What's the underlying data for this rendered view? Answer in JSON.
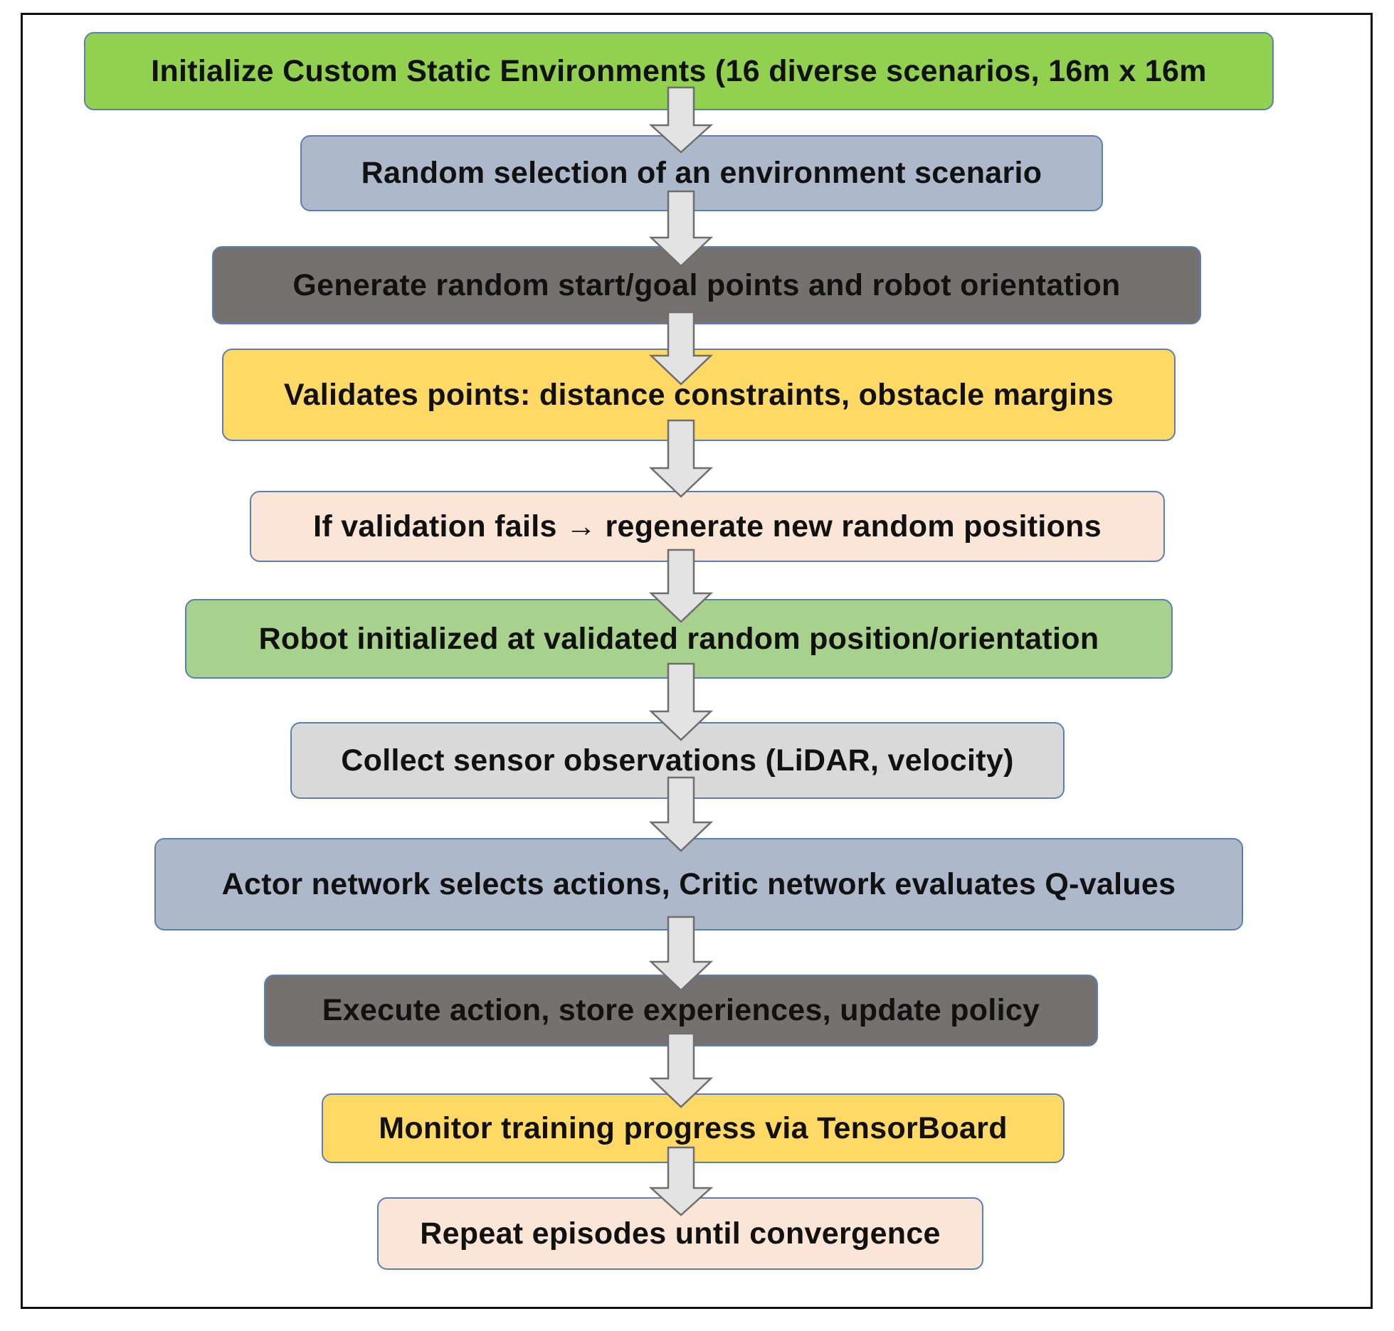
{
  "colors": {
    "green_bright": "#92d050",
    "blue_gray": "#adb9ca",
    "dark_gray": "#767171",
    "yellow": "#ffd966",
    "peach": "#fbe5d6",
    "green_soft": "#a9d18e",
    "light_gray": "#d9d9d9",
    "box_border": "#5b7fb5",
    "arrow_fill": "#e3e3e3",
    "arrow_stroke": "#6e6e6e"
  },
  "flowchart": {
    "steps": [
      {
        "label": "Initialize Custom Static Environments (16 diverse scenarios, 16m x 16m",
        "fill": "green_bright"
      },
      {
        "label": "Random selection of an environment scenario",
        "fill": "blue_gray"
      },
      {
        "label": "Generate random start/goal points and robot orientation",
        "fill": "dark_gray"
      },
      {
        "label": "Validates points: distance constraints, obstacle margins",
        "fill": "yellow"
      },
      {
        "label": "If validation fails → regenerate new random positions",
        "fill": "peach"
      },
      {
        "label": "Robot initialized at validated random position/orientation",
        "fill": "green_soft"
      },
      {
        "label": "Collect sensor observations (LiDAR, velocity)",
        "fill": "light_gray"
      },
      {
        "label": "Actor network selects actions, Critic network evaluates Q-values",
        "fill": "blue_gray"
      },
      {
        "label": "Execute action, store experiences, update policy",
        "fill": "dark_gray"
      },
      {
        "label": "Monitor training progress via TensorBoard",
        "fill": "yellow"
      },
      {
        "label": "Repeat episodes until convergence",
        "fill": "peach"
      }
    ]
  }
}
